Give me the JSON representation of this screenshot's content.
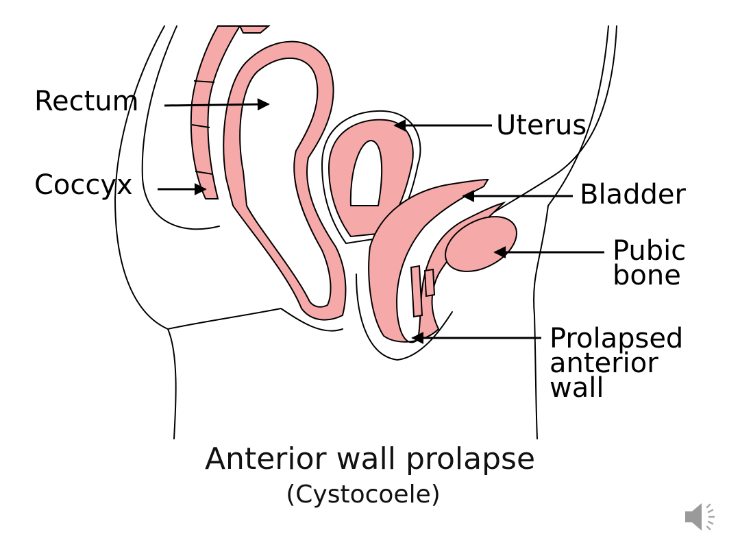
{
  "diagram": {
    "title": "Anterior wall prolapse",
    "subtitle": "(Cystocoele)",
    "tissue_color": "#f5aaa9",
    "outline_color": "#000000",
    "labels": {
      "rectum": "Rectum",
      "coccyx": "Coccyx",
      "uterus": "Uterus",
      "bladder": "Bladder",
      "pubic_bone": "Pubic\nbone",
      "prolapsed_wall": "Prolapsed\nanterior\nwall"
    },
    "icons": {
      "audio": "speaker-icon"
    }
  }
}
